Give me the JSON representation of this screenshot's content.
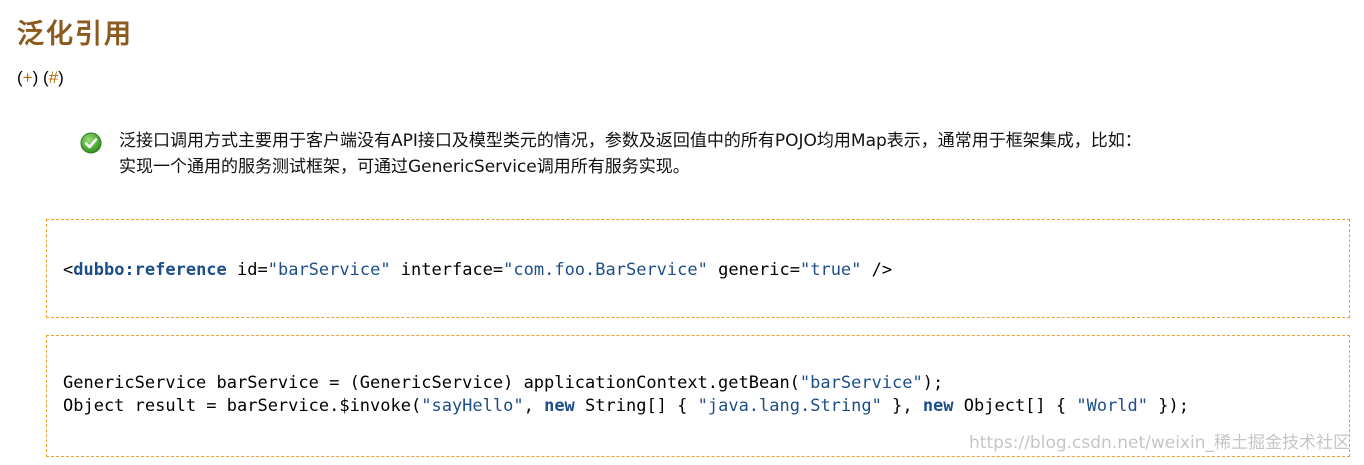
{
  "heading": "泛化引用",
  "anchors": {
    "open": "(",
    "plus": "+",
    "mid": ") (",
    "hash": "#",
    "close": ")"
  },
  "note": {
    "icon": "check-circle-icon",
    "line1": "泛接口调用方式主要用于客户端没有API接口及模型类元的情况，参数及返回值中的所有POJO均用Map表示，通常用于框架集成，比如：",
    "line2": "实现一个通用的服务测试框架，可通过GenericService调用所有服务实现。"
  },
  "code1": {
    "t0": "<",
    "tag": "dubbo:reference",
    "t1": " id=",
    "v1": "\"barService\"",
    "t2": " interface=",
    "v2": "\"com.foo.BarService\"",
    "t3": " generic=",
    "v3": "\"true\"",
    "t4": " />"
  },
  "code2": {
    "l1a": "GenericService barService = (GenericService) applicationContext.getBean(",
    "l1s": "\"barService\"",
    "l1b": ");",
    "l2a": "Object result = barService.$invoke(",
    "l2s1": "\"sayHello\"",
    "l2b": ", ",
    "l2k1": "new",
    "l2c": " String[] { ",
    "l2s2": "\"java.lang.String\"",
    "l2d": " }, ",
    "l2k2": "new",
    "l2e": " Object[] { ",
    "l2s3": "\"World\"",
    "l2f": " });"
  },
  "watermark": "https://blog.csdn.net/weixin_稀土掘金技术社区",
  "colors": {
    "heading": "#8b5a1e",
    "link": "#b36b00",
    "code_border": "#f0a030",
    "code_keyword": "#1d4e89"
  }
}
